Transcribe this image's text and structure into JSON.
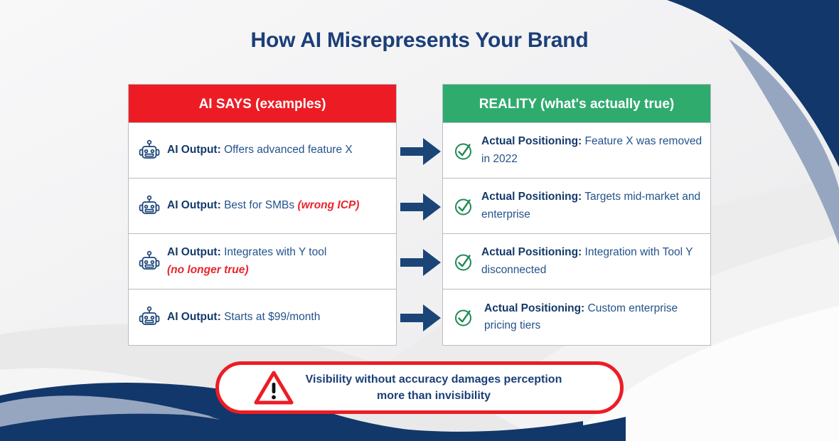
{
  "title": "How AI Misrepresents Your Brand",
  "colors": {
    "navy": "#1b3f78",
    "deep_navy": "#123868",
    "red": "#ed1c24",
    "green": "#2fab6e",
    "check_green": "#1e8a55",
    "text_blue": "#23538c",
    "border_gray": "#b9bcc0",
    "background": "#f2f2f3"
  },
  "columns": {
    "left": {
      "header": "AI SAYS (examples)",
      "header_color": "#ed1c24",
      "icon": "robot-icon",
      "rows": [
        {
          "label": "AI Output:",
          "text": "Offers advanced feature X",
          "note": ""
        },
        {
          "label": "AI Output:",
          "text": "Best for SMBs",
          "note": "(wrong ICP)"
        },
        {
          "label": "AI Output:",
          "text": "Integrates with Y tool",
          "note": "(no longer true)"
        },
        {
          "label": "AI Output:",
          "text": "Starts at $99/month",
          "note": ""
        }
      ]
    },
    "right": {
      "header": "REALITY (what's actually true)",
      "header_color": "#2fab6e",
      "icon": "check-circle-icon",
      "rows": [
        {
          "label": "Actual Positioning:",
          "text": "Feature X was removed in 2022"
        },
        {
          "label": "Actual Positioning:",
          "text": "Targets mid-market and enterprise"
        },
        {
          "label": "Actual Positioning:",
          "text": "Integration with Tool Y disconnected"
        },
        {
          "label": "Actual Positioning:",
          "text": "Custom enterprise pricing tiers"
        }
      ]
    }
  },
  "arrows": {
    "icon": "arrow-right-icon",
    "count": 4,
    "color": "#1b4577"
  },
  "callout": {
    "icon": "warning-triangle-icon",
    "line1": "Visibility without accuracy damages perception",
    "line2": "more than invisibility",
    "border_color": "#ed1c24"
  }
}
